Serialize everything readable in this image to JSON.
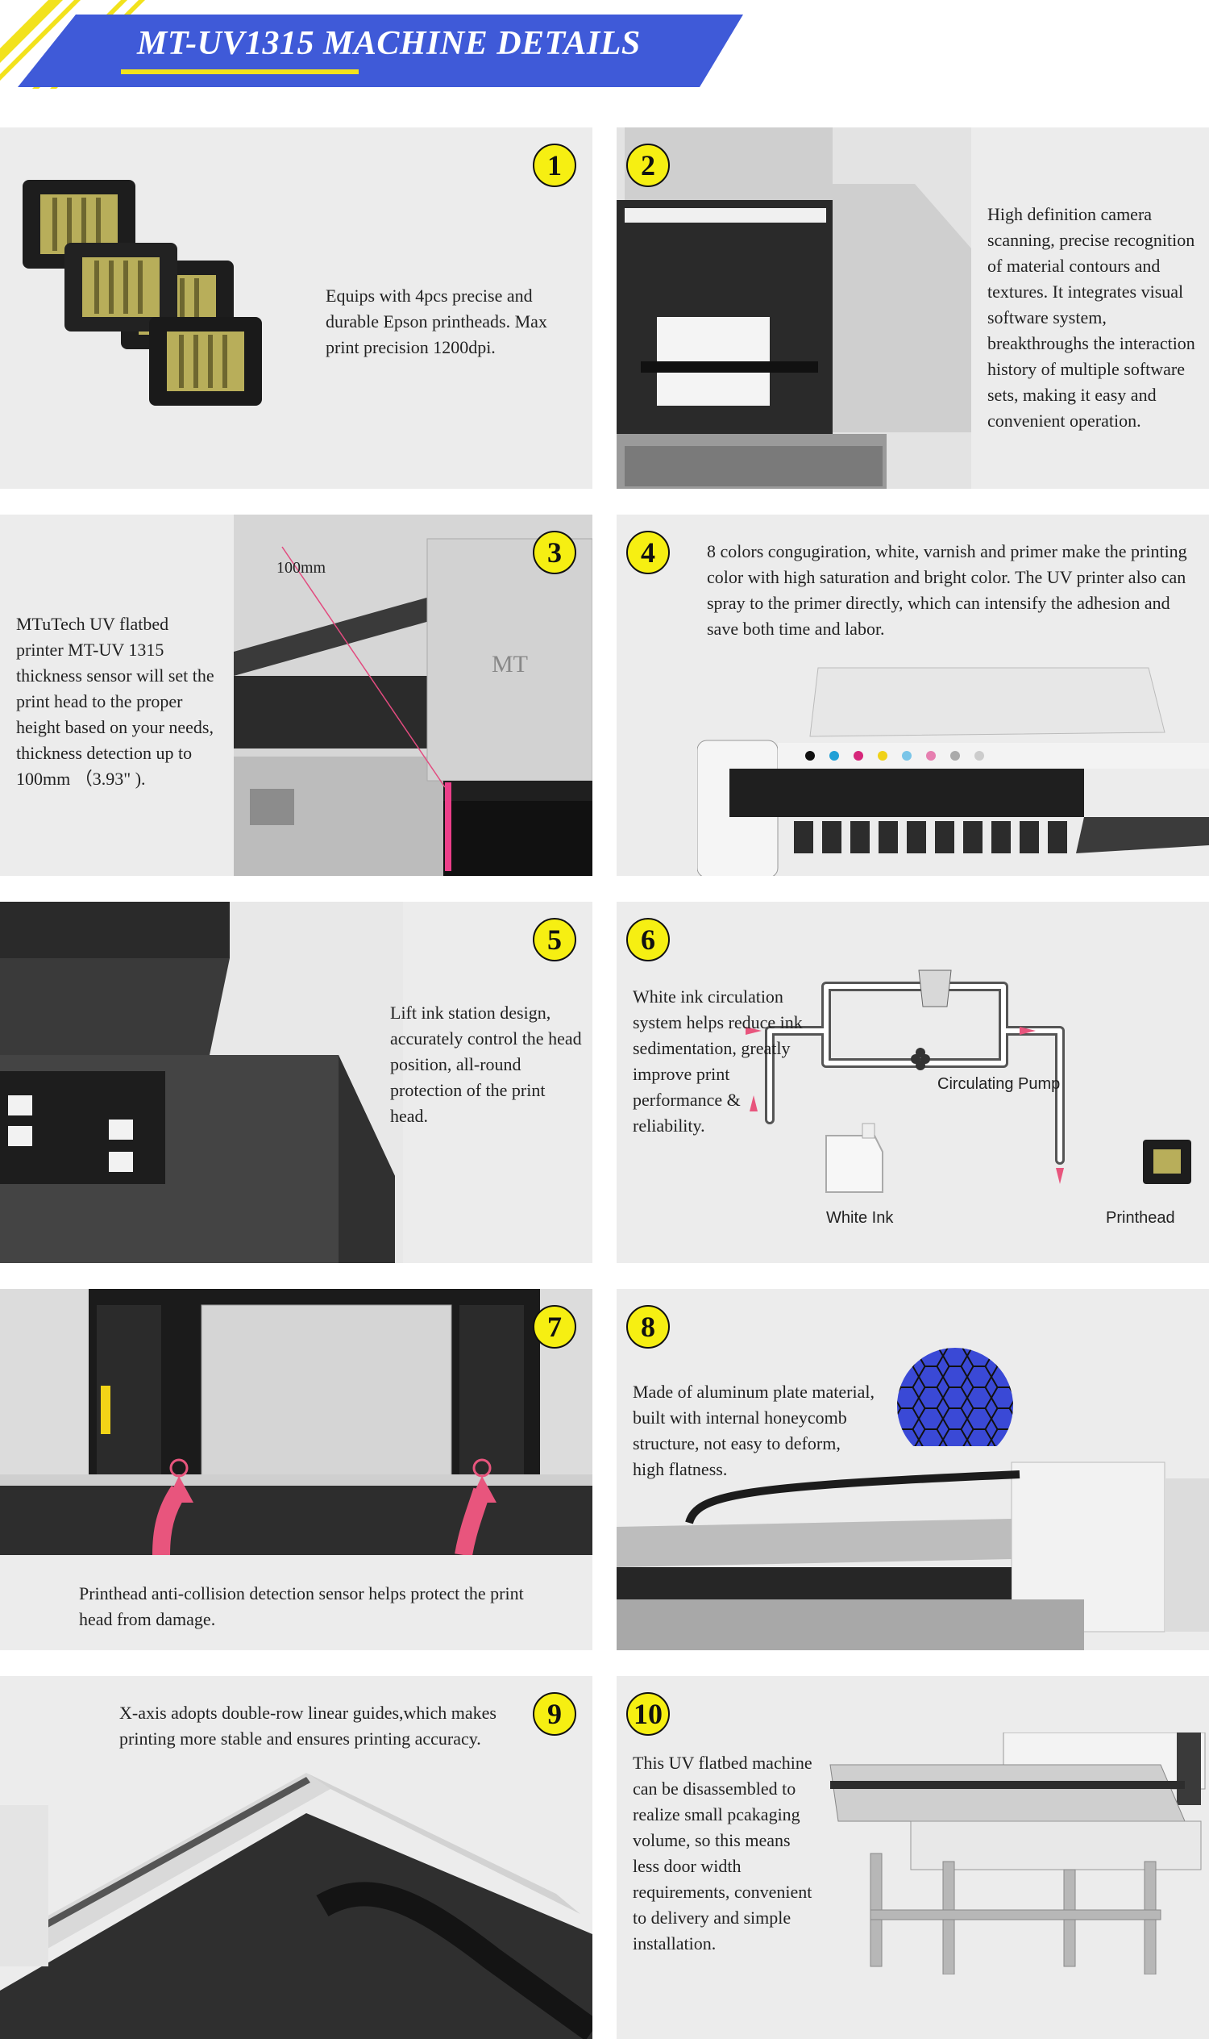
{
  "header": {
    "title": "MT-UV1315 MACHINE DETAILS"
  },
  "panels": [
    {
      "num": "1",
      "text": "Equips with 4pcs precise and durable Epson printheads. Max print precision 1200dpi."
    },
    {
      "num": "2",
      "text": "High definition camera scanning, precise recognition of material contours and textures. It integrates visual software system, breakthroughs the interaction history of multiple software sets, making it easy and convenient operation."
    },
    {
      "num": "3",
      "text": "MTuTech UV flatbed printer MT-UV 1315 thickness sensor will set the print head to the proper height based on your needs, thickness detection up to 100mm （3.93\" ).",
      "label": "100mm",
      "brand": "MT"
    },
    {
      "num": "4",
      "text": "8 colors congugiration, white, varnish and primer make the printing color with high saturation and bright color. The UV printer also can spray to the primer directly, which can intensify the adhesion and save both time and labor."
    },
    {
      "num": "5",
      "text": "Lift ink station design, accurately control the head position, all-round protection of the print head."
    },
    {
      "num": "6",
      "text": "White ink circulation system helps reduce ink sedimentation, greatly improve print performance & reliability.",
      "pump": "Circulating Pump",
      "ink": "White Ink",
      "head": "Printhead"
    },
    {
      "num": "7",
      "text": "Printhead anti-collision detection sensor helps protect the print head from damage."
    },
    {
      "num": "8",
      "text": "Made of aluminum plate material, built with internal honeycomb structure, not easy to deform, high flatness."
    },
    {
      "num": "9",
      "text": "X-axis adopts double-row linear guides,which makes printing more stable and ensures printing accuracy."
    },
    {
      "num": "10",
      "text": "This UV flatbed machine can be disassembled to realize small pcakaging volume, so this means less door width requirements, convenient to delivery and simple installation."
    }
  ],
  "colors": {
    "accent": "#3f5ad8",
    "badge": "#f6ef12",
    "stripe": "#f2e21c",
    "arrow": "#e8557d",
    "panel": "#ececec"
  }
}
